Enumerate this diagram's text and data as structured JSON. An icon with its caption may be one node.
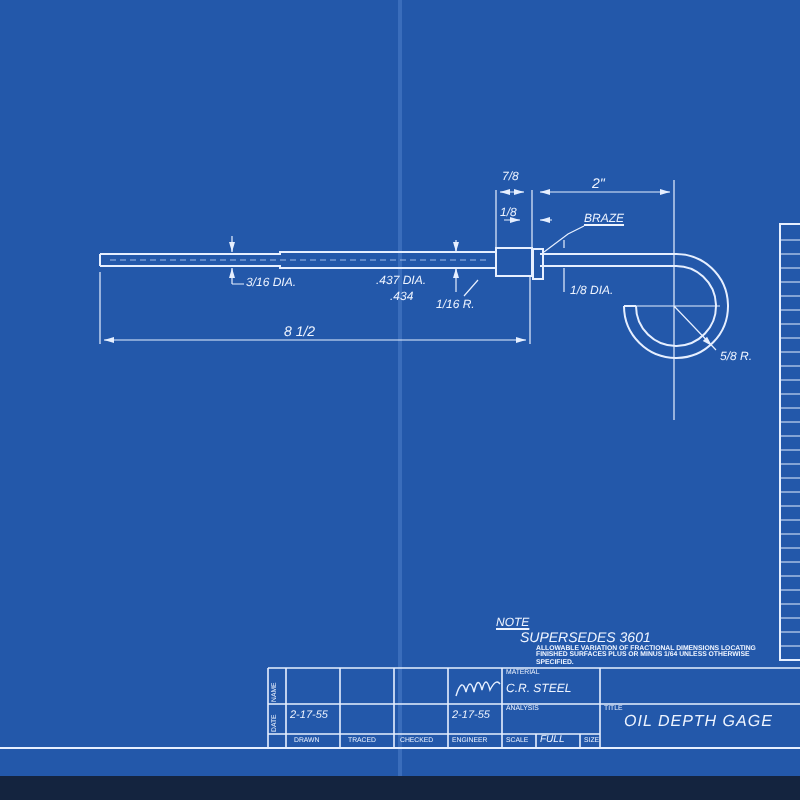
{
  "diagram": {
    "title": "OIL DEPTH GAGE",
    "nodes": [
      {
        "text": [
          "BRAZE"
        ]
      },
      {
        "text": [],
        "shape": "box"
      }
    ],
    "edges": [
      {
        "from": 0,
        "to": 1,
        "arrow": "none"
      }
    ],
    "labels": [
      "7/8",
      "2\"",
      "1/8",
      "3/16 DIA.",
      ".437 DIA.",
      ".434",
      "1/16 R.",
      "1/8 DIA.",
      "5/8 R.",
      "8 1/2",
      "NOTE",
      "SUPERSEDES 3601",
      "ALLOWABLE VARIATION OF FRACTIONAL DIMENSIONS LOCATING FINISHED SURFACES PLUS OR MINUS 1/64 UNLESS OTHERWISE SPECIFIED.",
      "MATERIAL",
      "C.R. STEEL",
      "NAME",
      "DATE",
      "2-17-55",
      "2-17-55",
      "ANALYSIS",
      "TITLE",
      "DRAWN",
      "TRACED",
      "CHECKED",
      "ENGINEER",
      "SCALE",
      "FULL",
      "SIZE"
    ]
  }
}
